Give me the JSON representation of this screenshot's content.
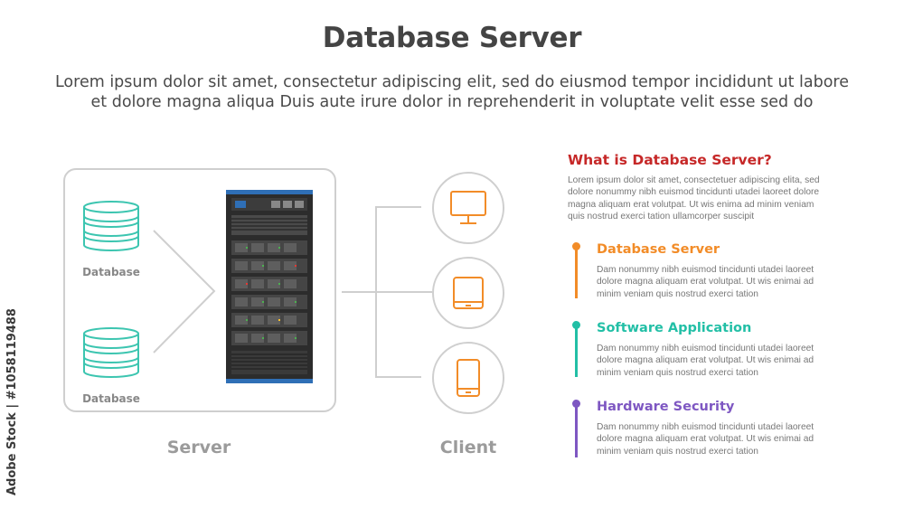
{
  "header": {
    "title": "Database Server",
    "subtitle_line1": "Lorem ipsum dolor sit amet, consectetur adipiscing elit, sed do eiusmod tempor incididunt ut labore",
    "subtitle_line2": "et dolore magna aliqua Duis aute irure dolor in reprehenderit in voluptate velit esse sed do"
  },
  "diagram": {
    "databases": [
      {
        "label": "Database"
      },
      {
        "label": "Database"
      }
    ],
    "server_label": "Server",
    "client_label": "Client",
    "clients": [
      {
        "icon": "monitor-icon"
      },
      {
        "icon": "tablet-icon"
      },
      {
        "icon": "smartphone-icon"
      }
    ],
    "colors": {
      "database": "#3cc5b0",
      "client_icon": "#f28c28",
      "outline": "#cfcfcf",
      "rack_body": "#2c2c2c",
      "rack_accent": "#2f6fb6"
    }
  },
  "info": {
    "title": "What is Database Server?",
    "body_lines": [
      "Lorem ipsum dolor sit amet, consectetuer adipiscing elita, sed",
      "dolore nonummy nibh euismod tincidunti utadei laoreet dolore",
      "magna aliquam erat volutpat. Ut wis enima ad minim veniam",
      "quis nostrud exerci tation ullamcorper suscipit"
    ],
    "items": [
      {
        "title": "Database Server",
        "color": "#f28c28",
        "lines": [
          "Dam nonummy nibh euismod tincidunti utadei laoreet",
          "dolore magna aliquam erat volutpat. Ut wis enimai ad",
          "minim veniam quis nostrud exerci tation"
        ]
      },
      {
        "title": "Software Application",
        "color": "#22bfa6",
        "lines": [
          "Dam nonummy nibh euismod tincidunti utadei laoreet",
          "dolore magna aliquam erat volutpat. Ut wis enimai ad",
          "minim veniam quis nostrud exerci tation"
        ]
      },
      {
        "title": "Hardware Security",
        "color": "#7e57c2",
        "lines": [
          "Dam nonummy nibh euismod tincidunti utadei laoreet",
          "dolore magna aliquam erat volutpat. Ut wis enimai ad",
          "minim veniam quis nostrud exerci tation"
        ]
      }
    ]
  },
  "watermark": {
    "side_text": "Adobe Stock | #1058119488"
  }
}
